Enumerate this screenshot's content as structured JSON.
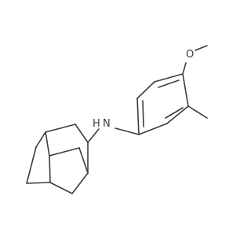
{
  "molecule": {
    "atoms": {
      "nitrogen": "N",
      "hydrogen": "H",
      "oxygen": "O"
    }
  },
  "colors": {
    "bond": "#3c3c3c",
    "background": "#ffffff"
  }
}
